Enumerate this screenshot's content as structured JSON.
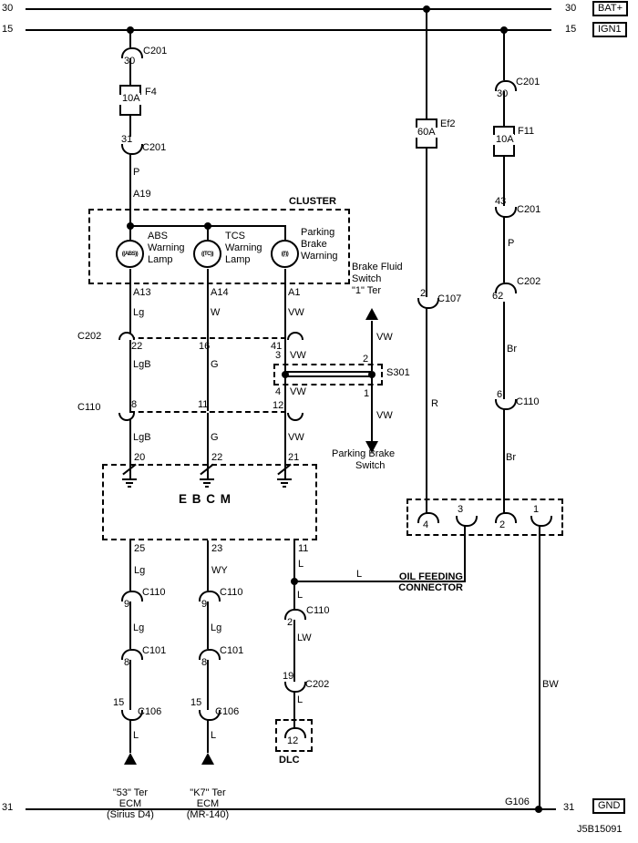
{
  "diagram_id": "J5B15091",
  "rails": {
    "bat": {
      "num_left": "30",
      "num_right": "30",
      "tag": "BAT+"
    },
    "ign": {
      "num_left": "15",
      "num_right": "15",
      "tag": "IGN1"
    },
    "gnd": {
      "num_left": "31",
      "num_right": "31",
      "tag": "GND",
      "ground_name": "G106"
    }
  },
  "supply": {
    "c201_top_pin": "30",
    "c201_top": "C201",
    "fuse_name": "F4",
    "fuse_rating": "10A",
    "c201_bot_pin": "31",
    "c201_bot": "C201",
    "wire": "P",
    "cluster_pin": "A19"
  },
  "cluster": {
    "title": "CLUSTER",
    "lamps": [
      {
        "glyph": "((ABS))",
        "l1": "ABS",
        "l2": "Warning",
        "l3": "Lamp",
        "pin": "A13",
        "wire": "Lg"
      },
      {
        "glyph": "((TC))",
        "l1": "TCS",
        "l2": "Warning",
        "l3": "Lamp",
        "pin": "A14",
        "wire": "W"
      },
      {
        "glyph": "((!))",
        "l1": "Parking",
        "l2": "Brake",
        "l3": "Warning",
        "pin": "A1",
        "wire": "VW"
      }
    ]
  },
  "c202_row": {
    "name": "C202",
    "pin1": "22",
    "pin2": "16",
    "pin3": "41"
  },
  "between_rows": {
    "wire1": "LgB",
    "wire2": "G",
    "pin3_top": "3",
    "wire3_top": "VW",
    "pin3_bot": "4",
    "wire3_bot": "VW"
  },
  "c110_row": {
    "name": "C110",
    "pin1": "8",
    "pin2": "11",
    "pin3": "12"
  },
  "into_ebcm": {
    "wire1": "LgB",
    "wire2": "G",
    "wire3": "VW",
    "pin1": "20",
    "pin2": "22",
    "pin3": "21"
  },
  "s301": {
    "name": "S301",
    "top_pin": "2",
    "top_wire": "VW",
    "bot_pin": "1",
    "bot_wire": "VW",
    "top_dest1": "Brake Fluid",
    "top_dest2": "Switch",
    "top_dest3": "\"1\" Ter",
    "bot_dest1": "Parking Brake",
    "bot_dest2": "Switch"
  },
  "ebcm": {
    "name": "E B C M",
    "out1": "25",
    "out2": "23",
    "out3": "11",
    "wire1": "Lg",
    "wire2": "WY"
  },
  "branch_abs": {
    "c110_pin": "9",
    "c110": "C110",
    "wire2": "Lg",
    "c101_pin": "8",
    "c101": "C101",
    "c106_pin": "15",
    "c106": "C106",
    "wire4": "L",
    "dest1": "\"53\" Ter",
    "dest2": "ECM",
    "dest3": "(Sirius D4)"
  },
  "branch_tcs": {
    "c110_pin": "9",
    "c110": "C110",
    "wire2": "Lg",
    "c101_pin": "8",
    "c101": "C101",
    "c106_pin": "15",
    "c106": "C106",
    "wire4": "L",
    "dest1": "\"K7\" Ter",
    "dest2": "ECM",
    "dest3": "(MR-140)"
  },
  "branch_dlc": {
    "wire_a": "L",
    "wire_b": "L",
    "wire_h": "L",
    "c110_pin": "2",
    "c110": "C110",
    "wire_lw": "LW",
    "c202_pin": "19",
    "c202": "C202",
    "wire_l": "L",
    "dlc_pin": "12",
    "dlc_name": "DLC"
  },
  "feed_r": {
    "fuse_name": "Ef2",
    "fuse_rating": "60A",
    "c107_pin": "2",
    "c107": "C107",
    "wire": "R"
  },
  "feed_ign": {
    "c201_pin": "30",
    "c201": "C201",
    "fuse_name": "F11",
    "fuse_rating": "10A",
    "c201b_pin": "43",
    "c201b": "C201",
    "wire_p": "P",
    "c202_pin": "62",
    "c202": "C202",
    "wire_br1": "Br",
    "c110_pin": "6",
    "c110": "C110",
    "wire_br2": "Br"
  },
  "ofc": {
    "line1": "OIL FEEDING",
    "line2": "CONNECTOR",
    "pin4": "4",
    "pin3": "3",
    "pin2": "2",
    "pin1": "1",
    "wire_bw": "BW"
  }
}
